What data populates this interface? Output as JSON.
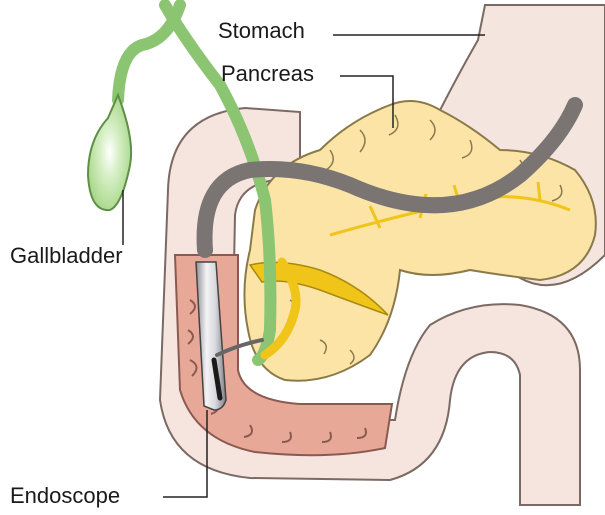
{
  "labels": {
    "stomach": "Stomach",
    "pancreas": "Pancreas",
    "gallbladder": "Gallbladder",
    "endoscope": "Endoscope"
  },
  "colors": {
    "stomach_fill": "#f4e6df",
    "stomach_stroke": "#7a6a63",
    "pancreas_fill": "#fbe4a6",
    "pancreas_stroke": "#8a7a4a",
    "pancreatic_duct": "#f0c419",
    "duodenum_outer": "#f6e5df",
    "duodenum_inner": "#e7a898",
    "gallbladder_fill": "#a9d98a",
    "bile_duct": "#8cc572",
    "endoscope_body": "#7a7573",
    "endoscope_tip": "#c9c9cf",
    "leader_line": "#222222"
  }
}
